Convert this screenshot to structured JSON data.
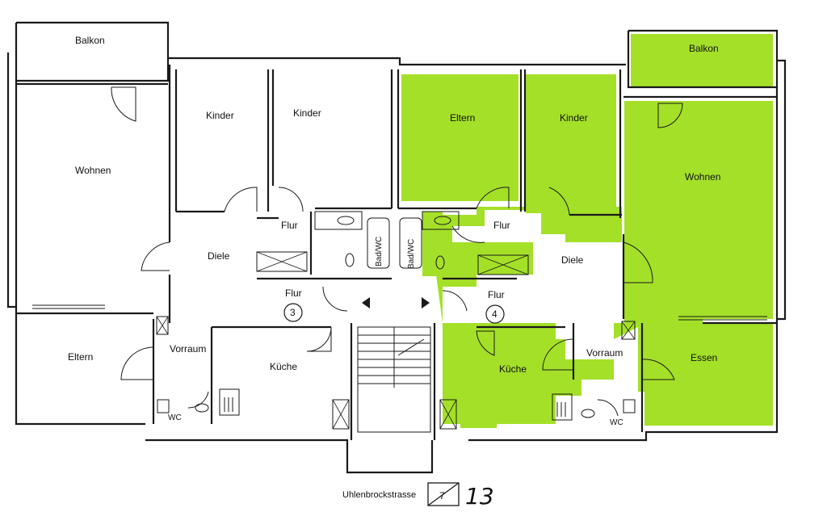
{
  "colors": {
    "highlight": "#a4e028",
    "line": "#1a1a1a",
    "paper": "#ffffff"
  },
  "left_unit": {
    "balkon": "Balkon",
    "wohnen": "Wohnen",
    "eltern": "Eltern",
    "kinder_1": "Kinder",
    "kinder_2": "Kinder",
    "flur_top": "Flur",
    "diele": "Diele",
    "flur": "Flur",
    "unit_number": "3",
    "vorraum": "Vorraum",
    "kueche": "Küche",
    "wc": "WC",
    "bad": "Bad/WC"
  },
  "right_unit": {
    "balkon": "Balkon",
    "eltern": "Eltern",
    "kinder": "Kinder",
    "wohnen": "Wohnen",
    "flur_top": "Flur",
    "diele": "Diele",
    "flur": "Flur",
    "unit_number": "4",
    "kueche": "Küche",
    "vorraum": "Vorraum",
    "essen": "Essen",
    "wc": "WC",
    "bad": "Bad/WC"
  },
  "footer": {
    "street": "Uhlenbrockstrasse",
    "number_box": "7",
    "handwritten": "13"
  }
}
